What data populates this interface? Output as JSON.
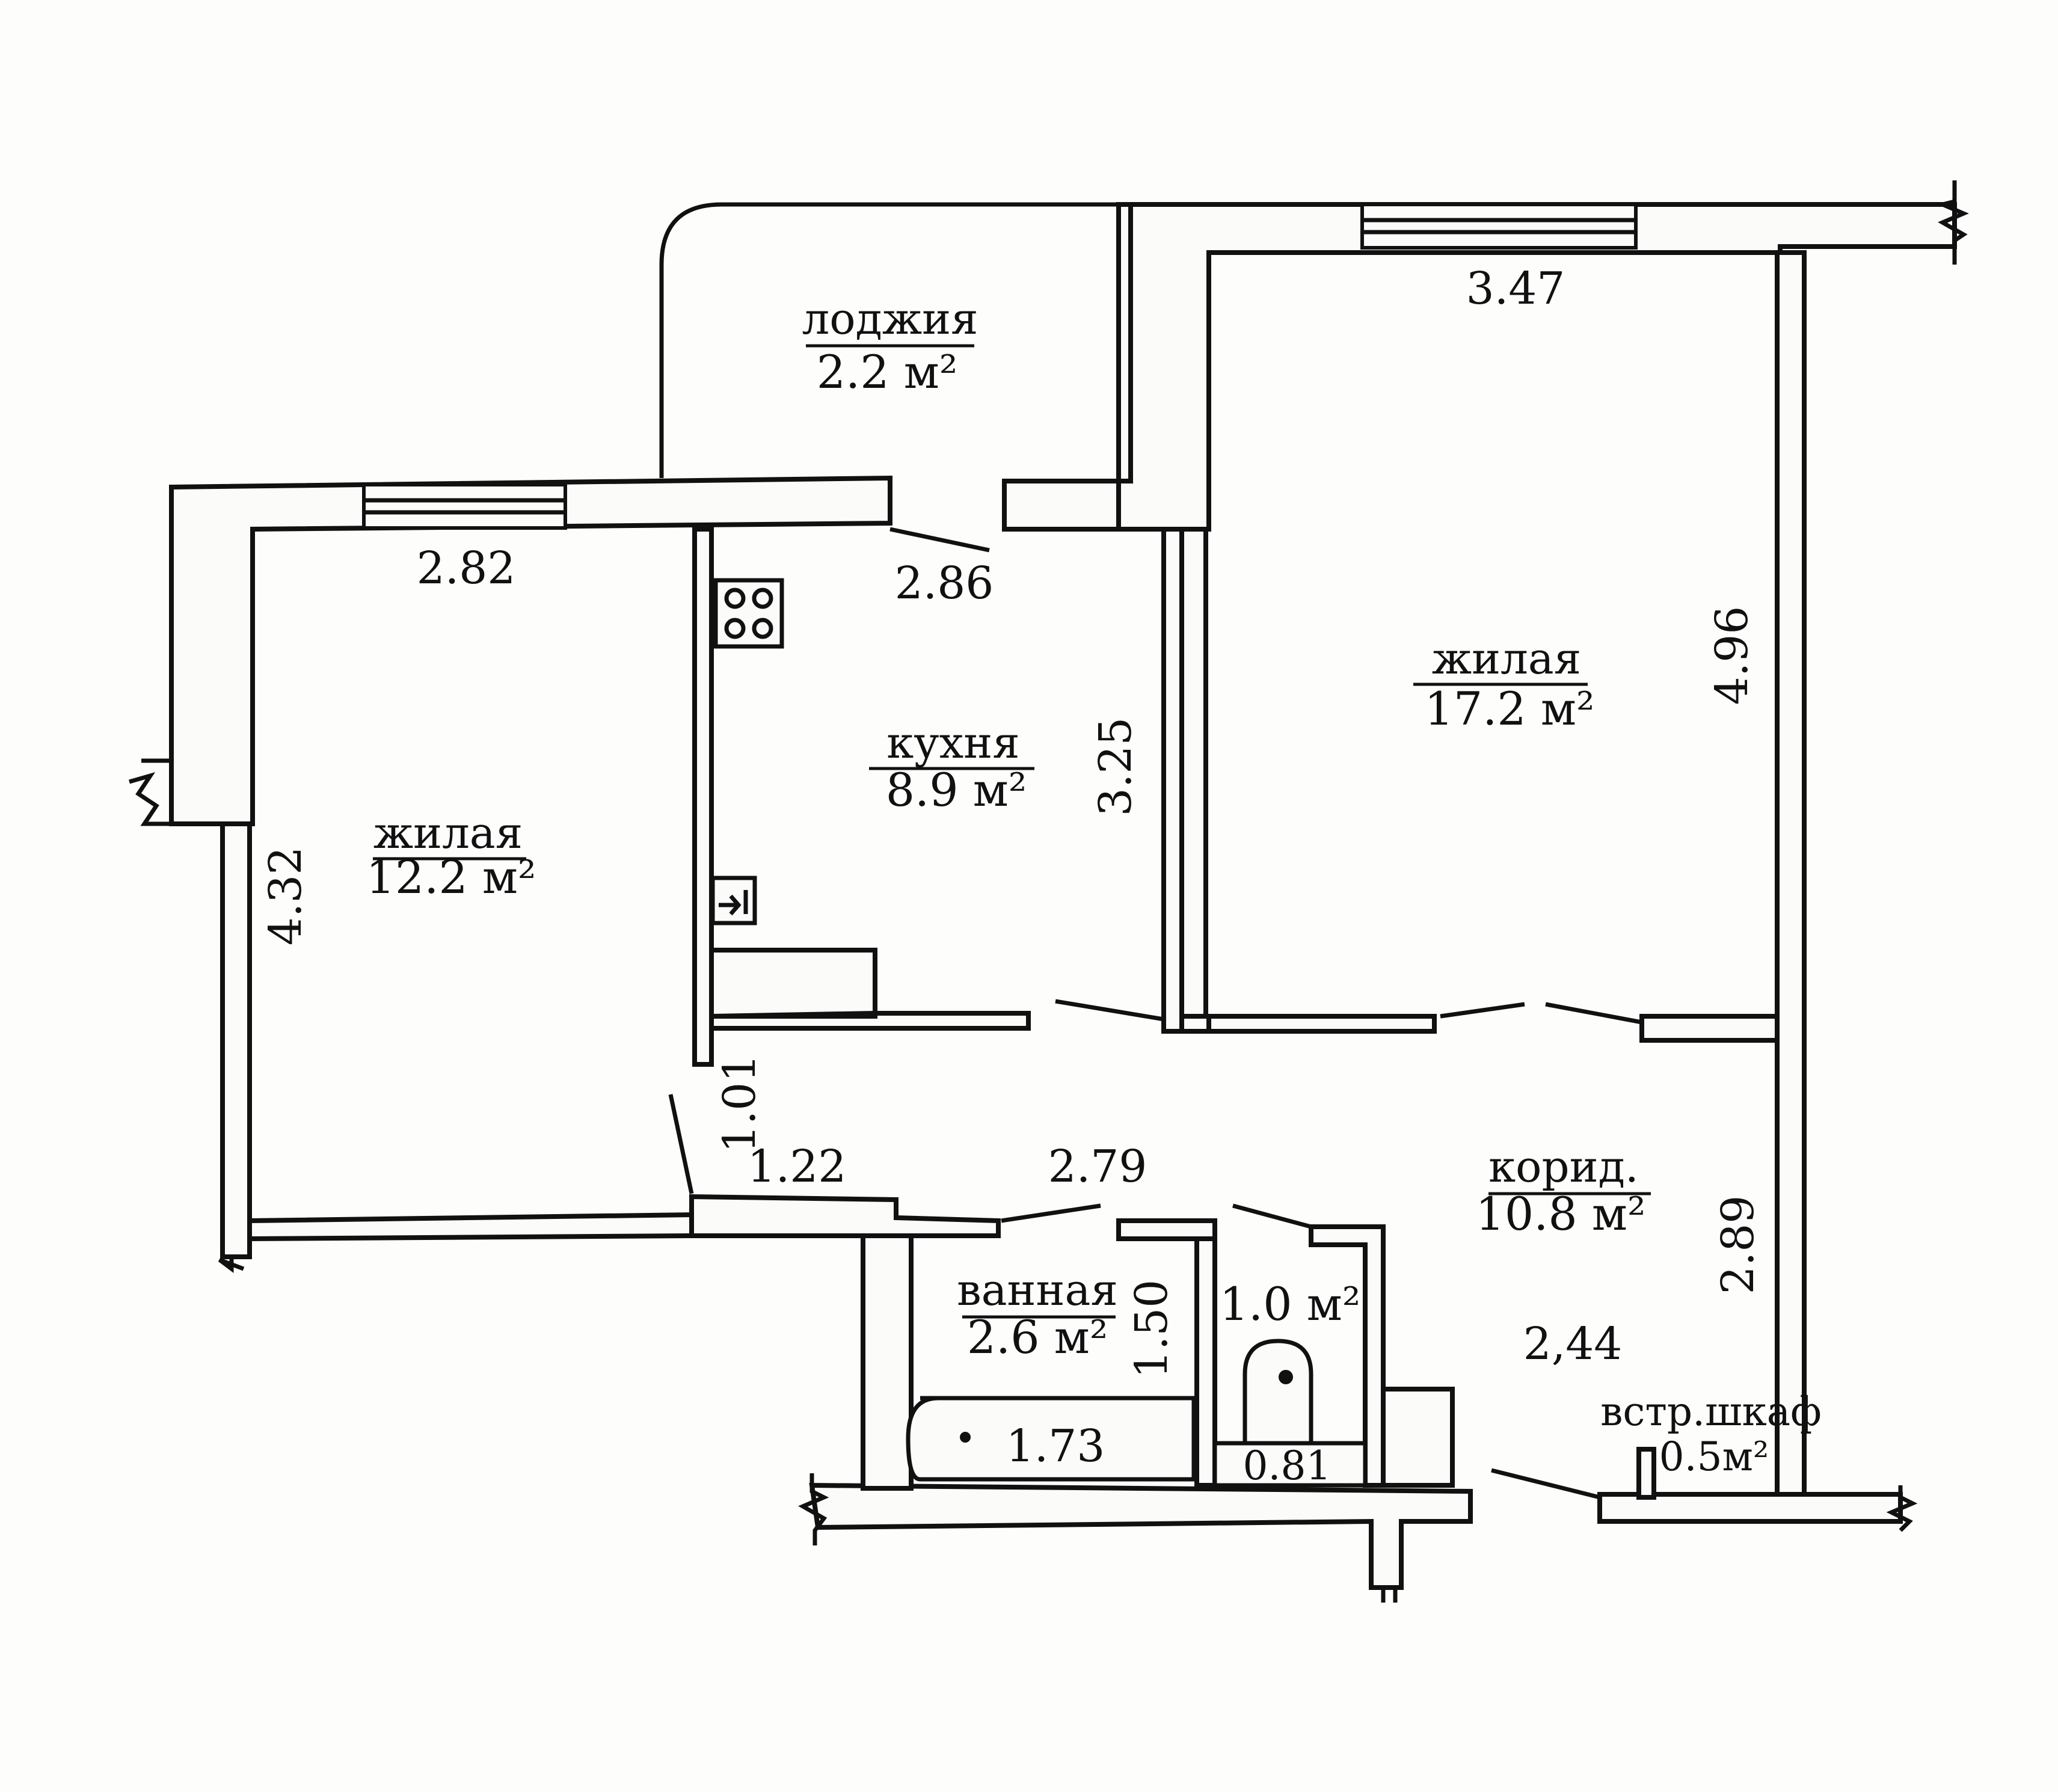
{
  "rooms": {
    "loggia": {
      "name": "лоджия",
      "area": "2.2 м²"
    },
    "living_left": {
      "name": "жилая",
      "area": "12.2 м²"
    },
    "kitchen": {
      "name": "кухня",
      "area": "8.9 м²"
    },
    "living_right": {
      "name": "жилая",
      "area": "17.2 м²"
    },
    "corridor": {
      "name": "корид.",
      "area": "10.8 м²"
    },
    "bathroom": {
      "name": "ванная",
      "area": "2.6 м²"
    },
    "wc": {
      "area": "1.0 м²"
    },
    "closet": {
      "name": "встр.шкаф",
      "area": "0.5м²"
    }
  },
  "dimensions": {
    "living_left_width": "2.82",
    "living_left_depth": "4.32",
    "kitchen_width": "2.86",
    "kitchen_depth": "3.25",
    "living_right_width": "3.47",
    "living_right_depth": "4.96",
    "hall_depth": "1.01",
    "hall_width": "1.22",
    "corridor_width": "2.79",
    "corridor_depth": "2.89",
    "corridor_lower": "2,44",
    "bath_depth": "1.50",
    "bathtub_length": "1.73",
    "wc_width": "0.81"
  }
}
